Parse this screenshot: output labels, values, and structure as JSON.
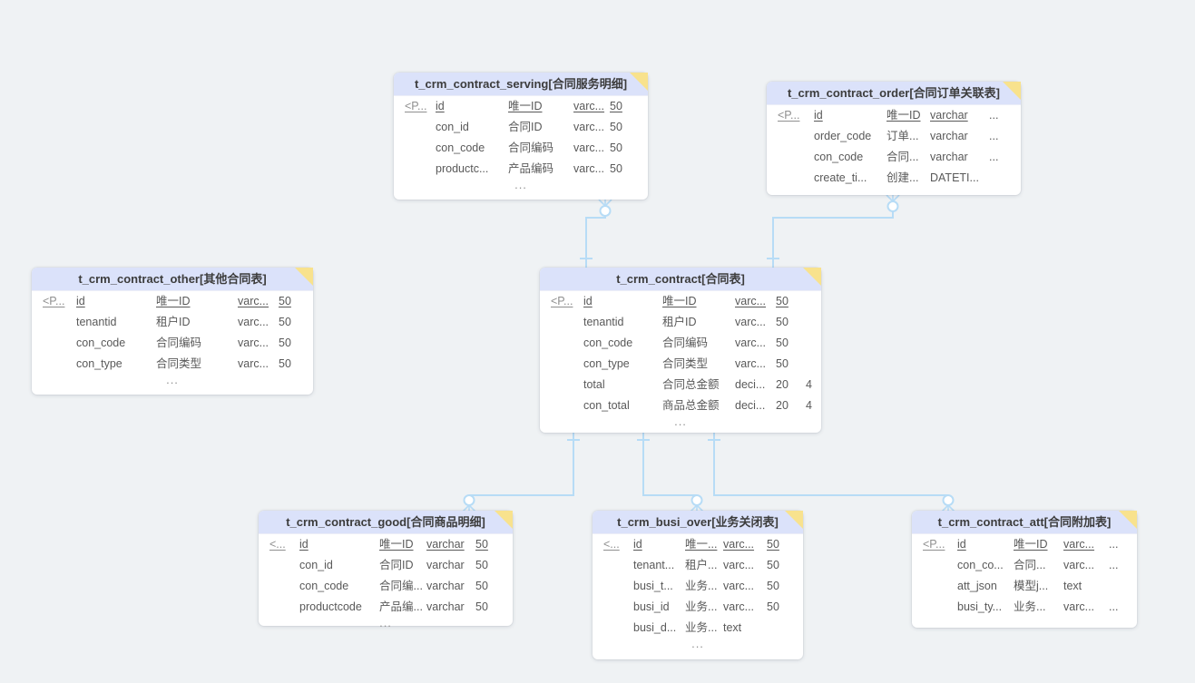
{
  "colors": {
    "canvas_bg": "#eff2f4",
    "table_header_bg": "#dbe2fa",
    "table_body_bg": "#ffffff",
    "fold_yellow": "#f8e28d",
    "connector_blue": "#b7dcf6",
    "title_text": "#3c3c3c",
    "row_text": "#595959"
  },
  "diagram": {
    "tables": [
      {
        "key": "serving",
        "title": "t_crm_contract_serving[合同服务明细]",
        "fields": [
          {
            "key": "<P...",
            "name": "id",
            "desc": "唯一ID",
            "type": "varc...",
            "size": "50",
            "extra": "",
            "pk": true
          },
          {
            "key": "",
            "name": "con_id",
            "desc": "合同ID",
            "type": "varc...",
            "size": "50",
            "extra": ""
          },
          {
            "key": "",
            "name": "con_code",
            "desc": "合同编码",
            "type": "varc...",
            "size": "50",
            "extra": ""
          },
          {
            "key": "",
            "name": "productc...",
            "desc": "产品编码",
            "type": "varc...",
            "size": "50",
            "extra": ""
          }
        ],
        "more": "..."
      },
      {
        "key": "order",
        "title": "t_crm_contract_order[合同订单关联表]",
        "fields": [
          {
            "key": "<P...",
            "name": "id",
            "desc": "唯一ID",
            "type": "varchar",
            "size": "...",
            "extra": "",
            "pk": true
          },
          {
            "key": "",
            "name": "order_code",
            "desc": "订单...",
            "type": "varchar",
            "size": "...",
            "extra": ""
          },
          {
            "key": "",
            "name": "con_code",
            "desc": "合同...",
            "type": "varchar",
            "size": "...",
            "extra": ""
          },
          {
            "key": "",
            "name": "create_ti...",
            "desc": "创建...",
            "type": "DATETI...",
            "size": "",
            "extra": ""
          }
        ],
        "more": ""
      },
      {
        "key": "other",
        "title": "t_crm_contract_other[其他合同表]",
        "fields": [
          {
            "key": "<P...",
            "name": "id",
            "desc": "唯一ID",
            "type": "varc...",
            "size": "50",
            "extra": "",
            "pk": true
          },
          {
            "key": "",
            "name": "tenantid",
            "desc": "租户ID",
            "type": "varc...",
            "size": "50",
            "extra": ""
          },
          {
            "key": "",
            "name": "con_code",
            "desc": "合同编码",
            "type": "varc...",
            "size": "50",
            "extra": ""
          },
          {
            "key": "",
            "name": "con_type",
            "desc": "合同类型",
            "type": "varc...",
            "size": "50",
            "extra": ""
          }
        ],
        "more": "..."
      },
      {
        "key": "contract",
        "title": "t_crm_contract[合同表]",
        "fields": [
          {
            "key": "<P...",
            "name": "id",
            "desc": "唯一ID",
            "type": "varc...",
            "size": "50",
            "extra": "",
            "pk": true
          },
          {
            "key": "",
            "name": "tenantid",
            "desc": "租户ID",
            "type": "varc...",
            "size": "50",
            "extra": ""
          },
          {
            "key": "",
            "name": "con_code",
            "desc": "合同编码",
            "type": "varc...",
            "size": "50",
            "extra": ""
          },
          {
            "key": "",
            "name": "con_type",
            "desc": "合同类型",
            "type": "varc...",
            "size": "50",
            "extra": ""
          },
          {
            "key": "",
            "name": "total",
            "desc": "合同总金额",
            "type": "deci...",
            "size": "20",
            "extra": "4"
          },
          {
            "key": "",
            "name": "con_total",
            "desc": "商品总金额",
            "type": "deci...",
            "size": "20",
            "extra": "4"
          }
        ],
        "more": "..."
      },
      {
        "key": "good",
        "title": "t_crm_contract_good[合同商品明细]",
        "fields": [
          {
            "key": "<...",
            "name": "id",
            "desc": "唯一ID",
            "type": "varchar",
            "size": "50",
            "extra": "",
            "pk": true
          },
          {
            "key": "",
            "name": "con_id",
            "desc": "合同ID",
            "type": "varchar",
            "size": "50",
            "extra": ""
          },
          {
            "key": "",
            "name": "con_code",
            "desc": "合同编...",
            "type": "varchar",
            "size": "50",
            "extra": ""
          },
          {
            "key": "",
            "name": "productcode",
            "desc": "产品编...",
            "type": "varchar",
            "size": "50",
            "extra": ""
          }
        ],
        "more": "..."
      },
      {
        "key": "busi",
        "title": "t_crm_busi_over[业务关闭表]",
        "fields": [
          {
            "key": "<...",
            "name": "id",
            "desc": "唯一...",
            "type": "varc...",
            "size": "50",
            "extra": "",
            "pk": true
          },
          {
            "key": "",
            "name": "tenant...",
            "desc": "租户...",
            "type": "varc...",
            "size": "50",
            "extra": ""
          },
          {
            "key": "",
            "name": "busi_t...",
            "desc": "业务...",
            "type": "varc...",
            "size": "50",
            "extra": ""
          },
          {
            "key": "",
            "name": "busi_id",
            "desc": "业务...",
            "type": "varc...",
            "size": "50",
            "extra": ""
          },
          {
            "key": "",
            "name": "busi_d...",
            "desc": "业务...",
            "type": "text",
            "size": "",
            "extra": ""
          }
        ],
        "more": "..."
      },
      {
        "key": "att",
        "title": "t_crm_contract_att[合同附加表]",
        "fields": [
          {
            "key": "<P...",
            "name": "id",
            "desc": "唯一ID",
            "type": "varc...",
            "size": "...",
            "extra": "",
            "pk": true
          },
          {
            "key": "",
            "name": "con_co...",
            "desc": "合同...",
            "type": "varc...",
            "size": "...",
            "extra": ""
          },
          {
            "key": "",
            "name": "att_json",
            "desc": "模型j...",
            "type": "text",
            "size": "",
            "extra": ""
          },
          {
            "key": "",
            "name": "busi_ty...",
            "desc": "业务...",
            "type": "varc...",
            "size": "...",
            "extra": ""
          }
        ],
        "more": ""
      }
    ],
    "relationships": [
      {
        "from": "t_crm_contract",
        "to": "t_crm_contract_serving",
        "cardinality": "one-to-zero-or-many"
      },
      {
        "from": "t_crm_contract",
        "to": "t_crm_contract_order",
        "cardinality": "one-to-zero-or-many"
      },
      {
        "from": "t_crm_contract",
        "to": "t_crm_contract_good",
        "cardinality": "one-to-zero-or-many"
      },
      {
        "from": "t_crm_contract",
        "to": "t_crm_busi_over",
        "cardinality": "one-to-zero-or-many"
      },
      {
        "from": "t_crm_contract",
        "to": "t_crm_contract_att",
        "cardinality": "one-to-zero-or-many"
      }
    ]
  }
}
